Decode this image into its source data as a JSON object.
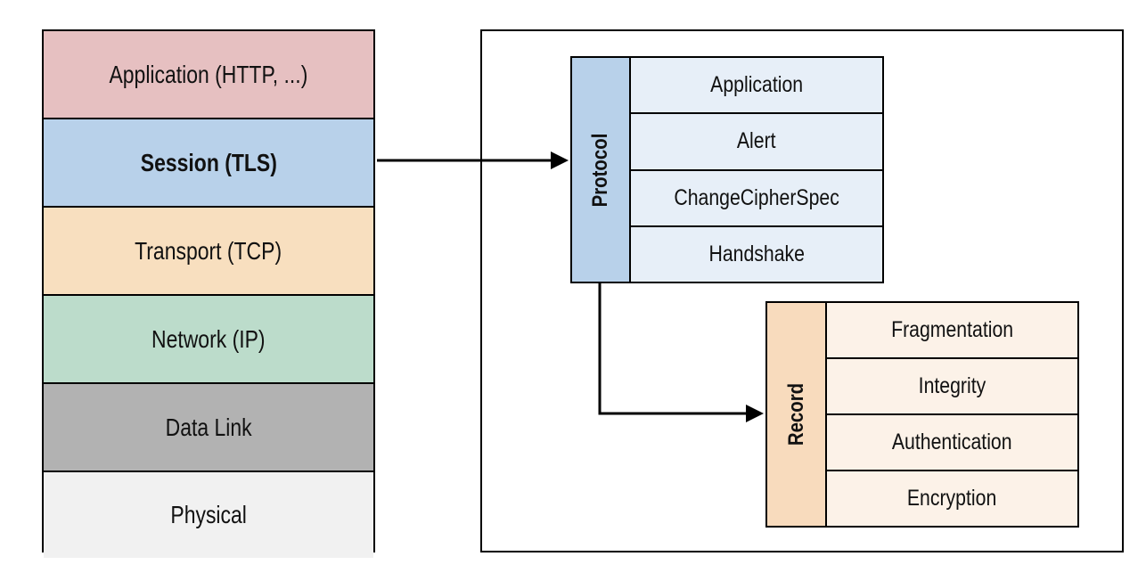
{
  "osi_stack": {
    "layers": [
      {
        "label": "Application (HTTP, ...)",
        "color": "#e6c0c1"
      },
      {
        "label": "Session (TLS)",
        "color": "#b8d1ea"
      },
      {
        "label": "Transport (TCP)",
        "color": "#f8dfbf"
      },
      {
        "label": "Network (IP)",
        "color": "#bcdccb"
      },
      {
        "label": "Data Link",
        "color": "#b2b2b2"
      },
      {
        "label": "Physical",
        "color": "#f1f1f1"
      }
    ]
  },
  "protocol_block": {
    "title": "Protocol",
    "items": [
      "Application",
      "Alert",
      "ChangeCipherSpec",
      "Handshake"
    ]
  },
  "record_block": {
    "title": "Record",
    "items": [
      "Fragmentation",
      "Integrity",
      "Authentication",
      "Encryption"
    ]
  }
}
